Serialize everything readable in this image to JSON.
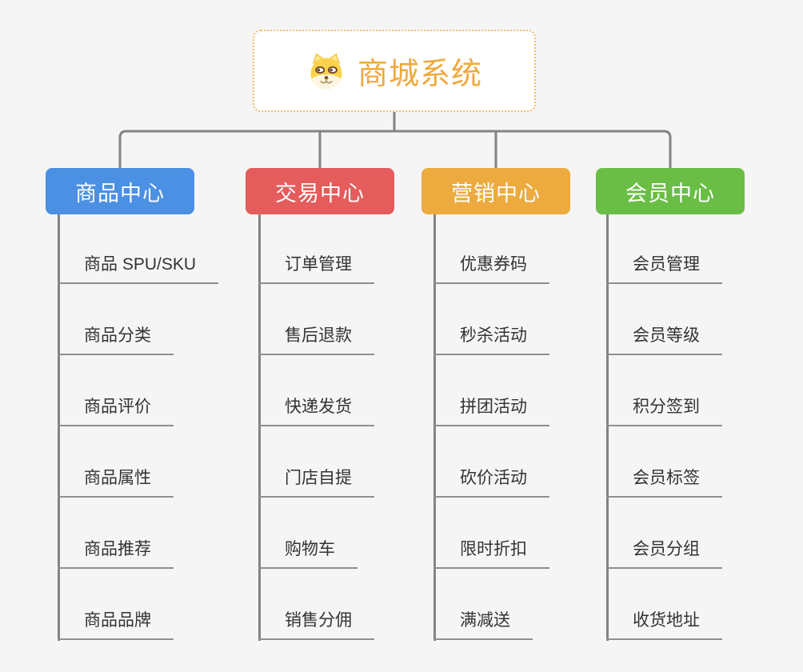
{
  "root": {
    "title": "商城系统",
    "icon": "shiba-dog-icon"
  },
  "branches": [
    {
      "label": "商品中心",
      "color": "#4b90e2",
      "children": [
        "商品 SPU/SKU",
        "商品分类",
        "商品评价",
        "商品属性",
        "商品推荐",
        "商品品牌"
      ]
    },
    {
      "label": "交易中心",
      "color": "#e45c5c",
      "children": [
        "订单管理",
        "售后退款",
        "快递发货",
        "门店自提",
        "购物车",
        "销售分佣"
      ]
    },
    {
      "label": "营销中心",
      "color": "#ecaa3f",
      "children": [
        "优惠券码",
        "秒杀活动",
        "拼团活动",
        "砍价活动",
        "限时折扣",
        "满减送"
      ]
    },
    {
      "label": "会员中心",
      "color": "#6abe45",
      "children": [
        "会员管理",
        "会员等级",
        "积分签到",
        "会员标签",
        "会员分组",
        "收货地址"
      ]
    }
  ],
  "colors": {
    "background": "#f5f5f5",
    "connector": "#838383",
    "leaf_underline": "#8f8f8f",
    "leaf_text": "#333333",
    "root_text": "#efa93f",
    "root_border": "#f3bb62"
  }
}
